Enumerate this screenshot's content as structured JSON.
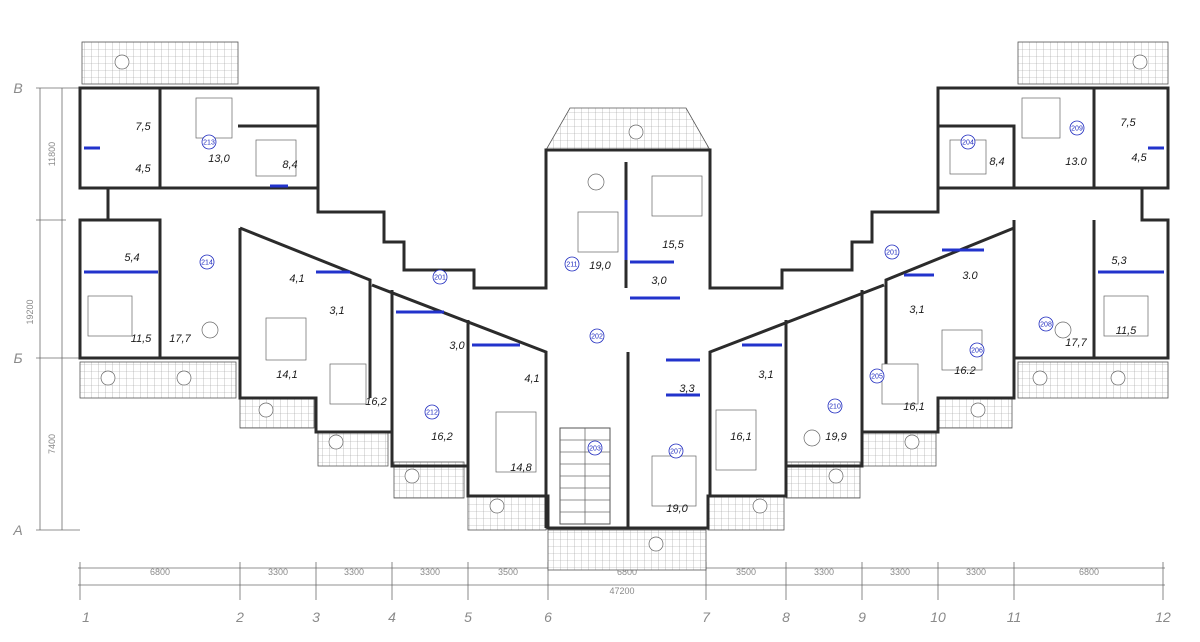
{
  "axes_columns": [
    "1",
    "2",
    "3",
    "4",
    "5",
    "6",
    "7",
    "8",
    "9",
    "10",
    "11",
    "12"
  ],
  "axes_rows": [
    "В",
    "Б",
    "А"
  ],
  "dims_bottom": [
    "6800",
    "3300",
    "3300",
    "3300",
    "3500",
    "6800",
    "3500",
    "3300",
    "3300",
    "3300",
    "6800"
  ],
  "dim_total": "47200",
  "dims_left": [
    "11800",
    "19200",
    "7400"
  ],
  "rooms": {
    "r201a": "201",
    "r201b": "201",
    "r202": "202",
    "r203": "203",
    "r204": "204",
    "r205": "205",
    "r206": "206",
    "r207": "207",
    "r208": "208",
    "r209": "209",
    "r210": "210",
    "r211": "211",
    "r212": "212",
    "r213": "213",
    "r214": "214"
  },
  "areas": {
    "a1": "7,5",
    "a2": "13,0",
    "a3": "8,4",
    "a4": "4,5",
    "a5": "5,4",
    "a6": "11,5",
    "a7": "17,7",
    "a8": "4,1",
    "a9": "14,1",
    "a10": "3,1",
    "a11": "16,2",
    "a12": "3,0",
    "a13": "16,2",
    "a14": "4,1",
    "a15": "14,8",
    "a16": "19,0",
    "a17": "15,5",
    "a18": "3,0",
    "a19": "3,3",
    "a20": "19,0",
    "a21": "3,1",
    "a22": "16,1",
    "a23": "19,9",
    "a24": "3,1",
    "a25": "16,1",
    "a26": "3.0",
    "a27": "16.2",
    "a28": "5,3",
    "a29": "11,5",
    "a30": "17,7",
    "a31": "8,4",
    "a32": "13.0",
    "a33": "7,5",
    "a34": "4,5"
  }
}
